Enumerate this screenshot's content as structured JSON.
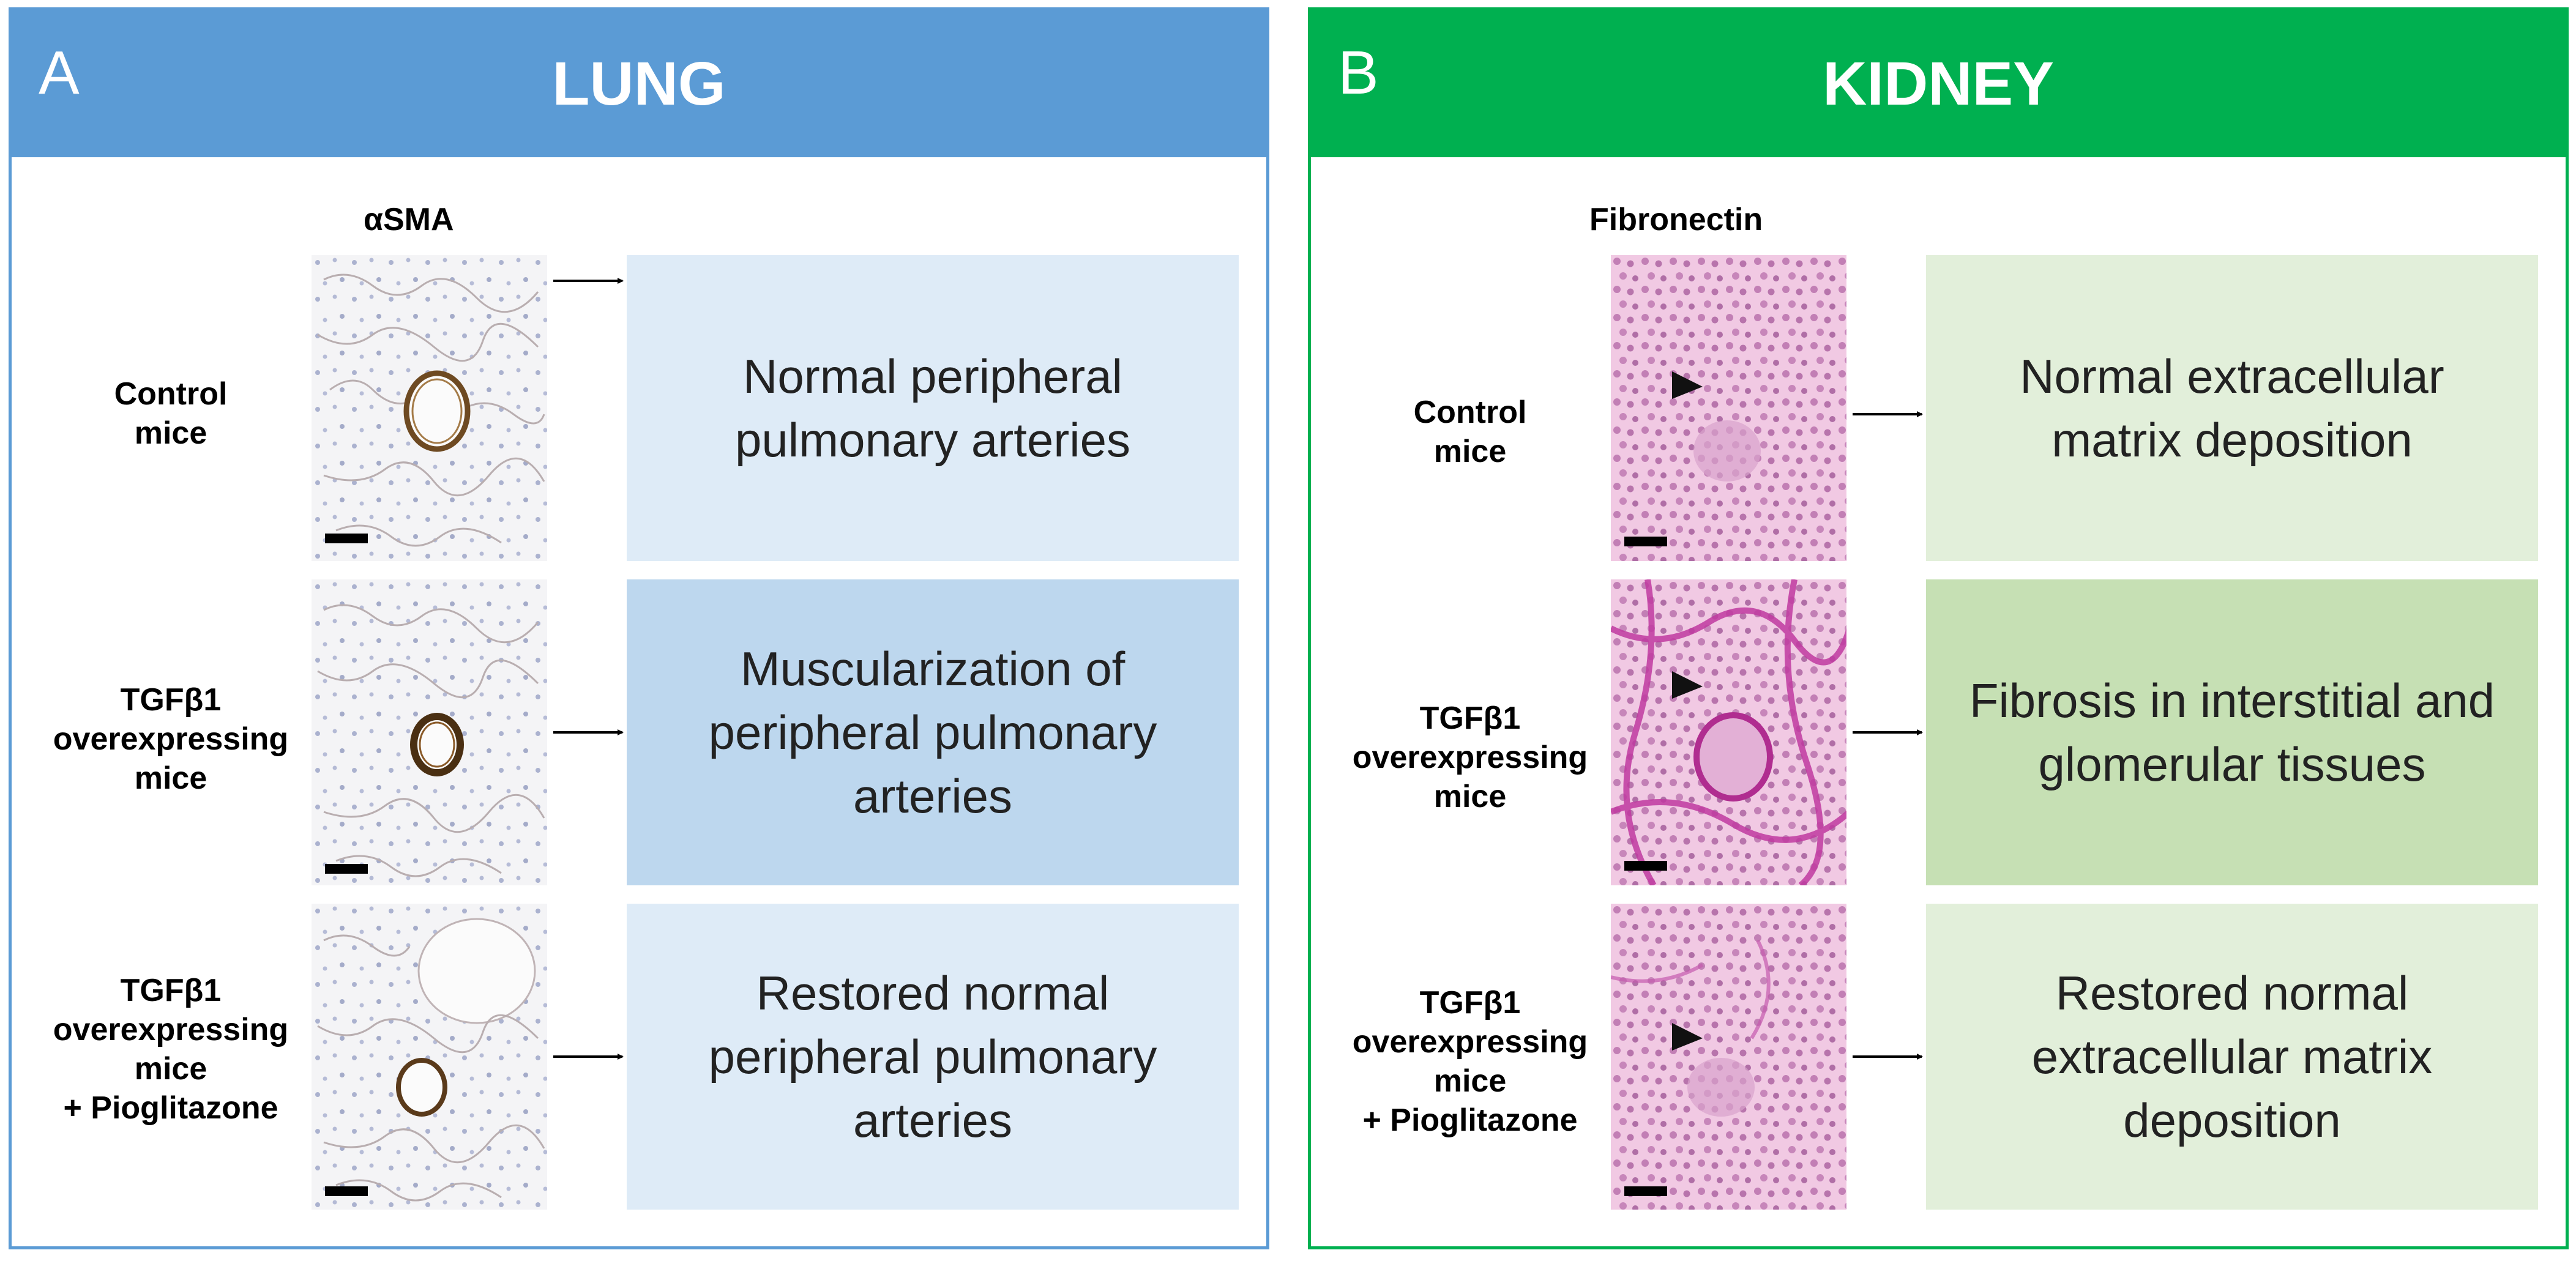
{
  "lung_panel": {
    "letter": "A",
    "title": "LUNG",
    "stain": "αSMA",
    "border_color": "#5b9bd5",
    "rows": [
      {
        "label": "Control\nmice",
        "result": "Normal peripheral\npulmonary arteries"
      },
      {
        "label": "TGFβ1\noverexpressing\nmice",
        "result": "Muscularization of\nperipheral pulmonary\narteries"
      },
      {
        "label": "TGFβ1\noverexpressing\nmice\n+ Pioglitazone",
        "result": "Restored normal\nperipheral pulmonary\narteries"
      }
    ]
  },
  "kidney_panel": {
    "letter": "B",
    "title": "KIDNEY",
    "stain": "Fibronectin",
    "border_color": "#00b050",
    "rows": [
      {
        "label": "Control\nmice",
        "result": "Normal extracellular\nmatrix deposition"
      },
      {
        "label": "TGFβ1\noverexpressing\nmice",
        "result": "Fibrosis in interstitial and\nglomerular tissues"
      },
      {
        "label": "TGFβ1\noverexpressing\nmice\n+ Pioglitazone",
        "result": "Restored normal\nextracellular matrix\ndeposition"
      }
    ]
  }
}
